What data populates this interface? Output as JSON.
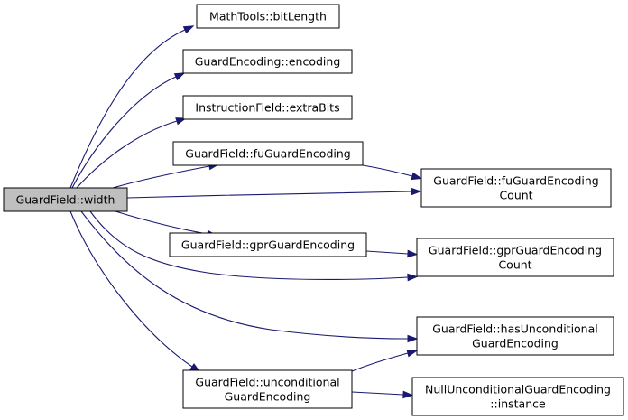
{
  "diagram": {
    "type": "call-graph",
    "nodes": [
      {
        "id": "width",
        "lines": [
          "GuardField::width"
        ],
        "root": true
      },
      {
        "id": "bitLength",
        "lines": [
          "MathTools::bitLength"
        ]
      },
      {
        "id": "encoding",
        "lines": [
          "GuardEncoding::encoding"
        ]
      },
      {
        "id": "extraBits",
        "lines": [
          "InstructionField::extraBits"
        ]
      },
      {
        "id": "fuGuardEncoding",
        "lines": [
          "GuardField::fuGuardEncoding"
        ]
      },
      {
        "id": "gprGuardEncoding",
        "lines": [
          "GuardField::gprGuardEncoding"
        ]
      },
      {
        "id": "unconditionalGuardEncoding",
        "lines": [
          "GuardField::unconditional",
          "GuardEncoding"
        ]
      },
      {
        "id": "fuGuardEncodingCount",
        "lines": [
          "GuardField::fuGuardEncoding",
          "Count"
        ]
      },
      {
        "id": "gprGuardEncodingCount",
        "lines": [
          "GuardField::gprGuardEncoding",
          "Count"
        ]
      },
      {
        "id": "hasUnconditionalGuardEncoding",
        "lines": [
          "GuardField::hasUnconditional",
          "GuardEncoding"
        ]
      },
      {
        "id": "nullInstance",
        "lines": [
          "NullUnconditionalGuardEncoding",
          "::instance"
        ]
      }
    ],
    "edges": [
      {
        "from": "width",
        "to": "bitLength"
      },
      {
        "from": "width",
        "to": "encoding"
      },
      {
        "from": "width",
        "to": "extraBits"
      },
      {
        "from": "width",
        "to": "fuGuardEncoding"
      },
      {
        "from": "width",
        "to": "fuGuardEncodingCount"
      },
      {
        "from": "width",
        "to": "gprGuardEncoding"
      },
      {
        "from": "width",
        "to": "gprGuardEncodingCount"
      },
      {
        "from": "width",
        "to": "hasUnconditionalGuardEncoding"
      },
      {
        "from": "width",
        "to": "unconditionalGuardEncoding"
      },
      {
        "from": "fuGuardEncoding",
        "to": "fuGuardEncodingCount"
      },
      {
        "from": "gprGuardEncoding",
        "to": "gprGuardEncodingCount"
      },
      {
        "from": "unconditionalGuardEncoding",
        "to": "hasUnconditionalGuardEncoding"
      },
      {
        "from": "unconditionalGuardEncoding",
        "to": "nullInstance"
      }
    ],
    "colors": {
      "edge": "#191970",
      "root_fill": "#bfbfbf",
      "node_fill": "#ffffff",
      "border": "#000000"
    }
  }
}
